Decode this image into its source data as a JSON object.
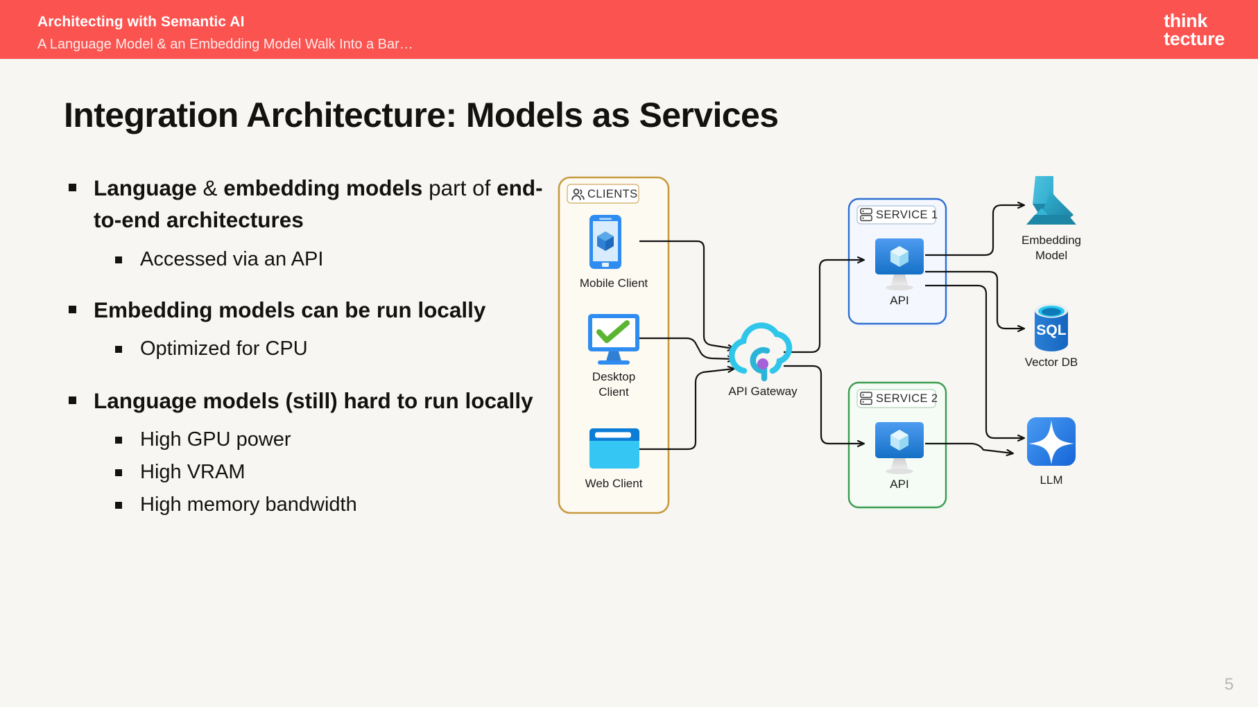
{
  "header": {
    "title": "Architecting with Semantic AI",
    "subtitle": "A Language Model & an Embedding Model Walk Into a Bar…",
    "logo_line1": "think",
    "logo_line2": "tecture",
    "background_color": "#fb5350"
  },
  "slide": {
    "title": "Integration Architecture: Models as Services",
    "page_number": "5",
    "background_color": "#f7f6f3"
  },
  "bullets": [
    {
      "main_parts": [
        {
          "text": "Language",
          "bold": true
        },
        {
          "text": " & ",
          "bold": false
        },
        {
          "text": "embedding models",
          "bold": true
        },
        {
          "text": " part of ",
          "bold": false
        },
        {
          "text": "end-to-end architectures",
          "bold": true
        }
      ],
      "sub": [
        "Accessed via an API"
      ]
    },
    {
      "main_parts": [
        {
          "text": "Embedding models can be run locally",
          "bold": true
        }
      ],
      "sub": [
        "Optimized for CPU"
      ]
    },
    {
      "main_parts": [
        {
          "text": "Language models (still) hard to run locally",
          "bold": true
        }
      ],
      "sub": [
        "High GPU power",
        "High VRAM",
        "High memory bandwidth"
      ]
    }
  ],
  "diagram": {
    "groups": [
      {
        "id": "clients",
        "label": "CLIENTS",
        "icon": "people-icon",
        "border_color": "#c79a3e",
        "fill": "#fdfaf2"
      },
      {
        "id": "service1",
        "label": "SERVICE 1",
        "icon": "server-icon",
        "border_color": "#2f6fd0",
        "fill": "#f4f8fe"
      },
      {
        "id": "service2",
        "label": "SERVICE 2",
        "icon": "server-icon",
        "border_color": "#3a9c4e",
        "fill": "#f5fcf6"
      }
    ],
    "nodes": [
      {
        "id": "mobile-client",
        "label": "Mobile Client",
        "icon": "mobile-phone-icon"
      },
      {
        "id": "desktop-client",
        "label": "Desktop Client",
        "label_line1": "Desktop",
        "label_line2": "Client",
        "icon": "desktop-monitor-check-icon"
      },
      {
        "id": "web-client",
        "label": "Web Client",
        "icon": "browser-window-icon"
      },
      {
        "id": "api-gateway",
        "label": "API Gateway",
        "icon": "cloud-gateway-icon"
      },
      {
        "id": "service1-api",
        "label": "API",
        "icon": "api-monitor-icon"
      },
      {
        "id": "service2-api",
        "label": "API",
        "icon": "api-monitor-icon"
      },
      {
        "id": "embedding-model",
        "label": "Embedding Model",
        "label_line1": "Embedding",
        "label_line2": "Model",
        "icon": "ai-flask-icon"
      },
      {
        "id": "vector-db",
        "label": "Vector DB",
        "icon": "sql-database-icon",
        "icon_text": "SQL"
      },
      {
        "id": "llm",
        "label": "LLM",
        "icon": "sparkle-star-icon"
      }
    ],
    "connections": [
      {
        "from": "mobile-client",
        "to": "api-gateway"
      },
      {
        "from": "desktop-client",
        "to": "api-gateway"
      },
      {
        "from": "web-client",
        "to": "api-gateway"
      },
      {
        "from": "api-gateway",
        "to": "service1-api"
      },
      {
        "from": "api-gateway",
        "to": "service2-api"
      },
      {
        "from": "service1-api",
        "to": "embedding-model"
      },
      {
        "from": "service1-api",
        "to": "vector-db"
      },
      {
        "from": "service1-api",
        "to": "llm"
      },
      {
        "from": "service2-api",
        "to": "llm"
      }
    ]
  }
}
